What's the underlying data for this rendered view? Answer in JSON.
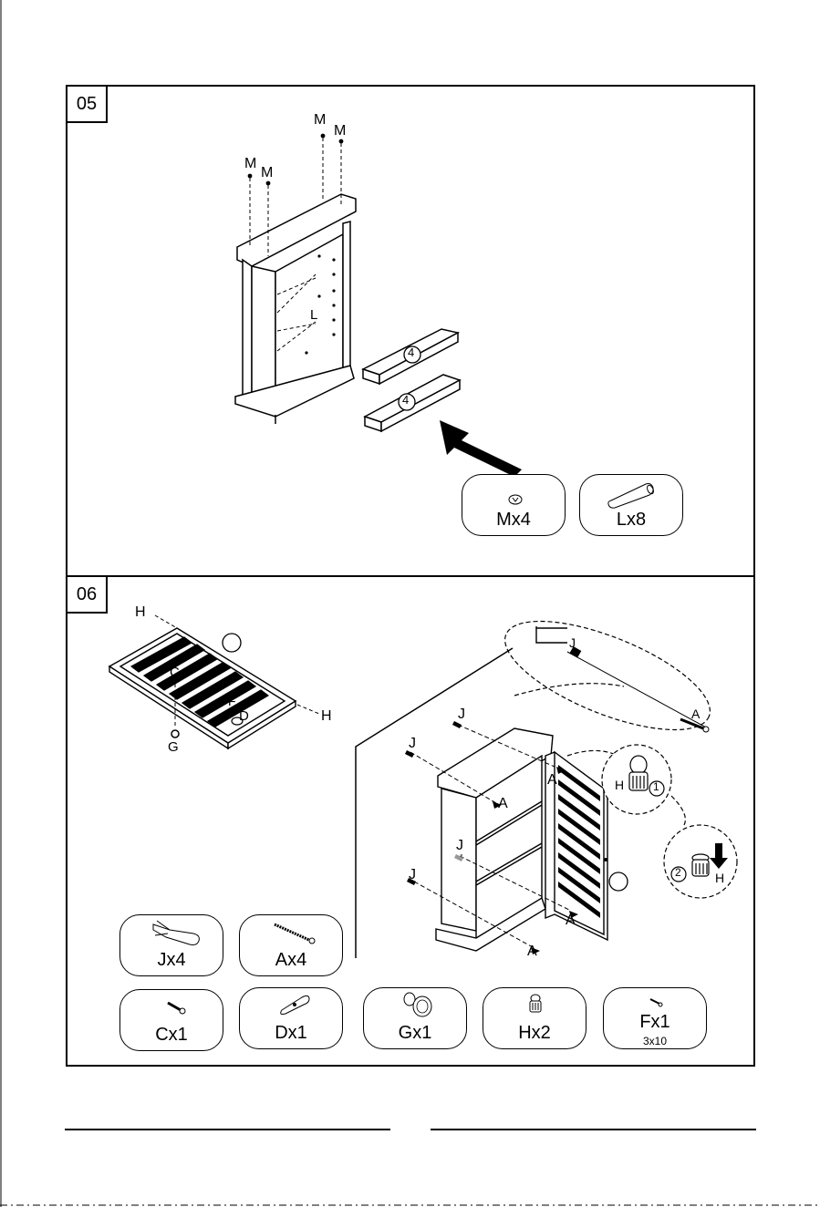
{
  "steps": [
    {
      "number": "05",
      "letters": {
        "m": "M",
        "l": "L"
      },
      "shelf_marker": "4",
      "parts": [
        {
          "label": "Mx4",
          "icon": "cam-lock-icon"
        },
        {
          "label": "Lx8",
          "icon": "wooden-dowel-icon"
        }
      ]
    },
    {
      "number": "06",
      "letters": {
        "h": "H",
        "c": "C",
        "d": "D",
        "g": "G",
        "f": "F",
        "j": "J",
        "a": "A"
      },
      "callout_numbers": {
        "first": "1",
        "second": "2"
      },
      "parts": [
        {
          "label": "Jx4",
          "icon": "wall-plug-icon"
        },
        {
          "label": "Ax4",
          "icon": "long-screw-icon"
        },
        {
          "label": "Cx1",
          "icon": "bolt-icon"
        },
        {
          "label": "Dx1",
          "icon": "magnet-plate-icon"
        },
        {
          "label": "Gx1",
          "icon": "knob-icon"
        },
        {
          "label": "Hx2",
          "icon": "hinge-cup-icon"
        },
        {
          "label": "Fx1",
          "icon": "small-screw-icon",
          "size": "3x10"
        }
      ]
    }
  ]
}
